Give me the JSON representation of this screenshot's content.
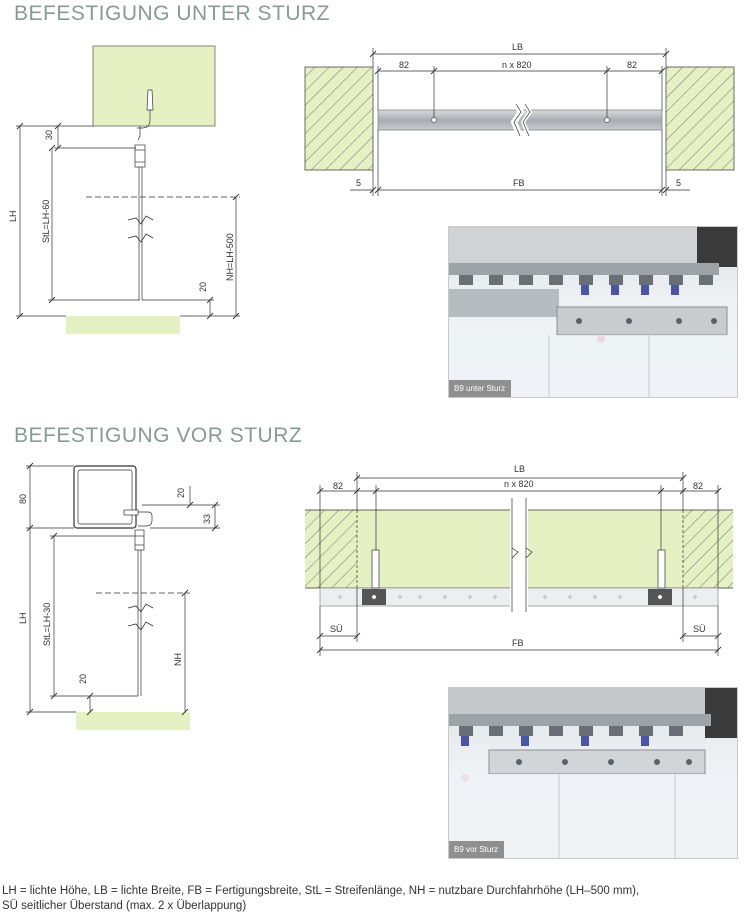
{
  "sections": {
    "under": {
      "heading": "BEFESTIGUNG UNTER STURZ"
    },
    "front": {
      "heading": "BEFESTIGUNG VOR STURZ"
    }
  },
  "colors": {
    "wall_fill": "#e6f1c3",
    "line": "#333333",
    "heading": "#8a9a94",
    "rail": "#b9bcbf"
  },
  "dims_under_side": {
    "top": "30",
    "stl": "StL=LH-60",
    "lh": "LH",
    "nh": "NH=LH-500",
    "gap": "20"
  },
  "dims_under_top": {
    "lb": "LB",
    "left": "82",
    "mid": "n x 820",
    "right": "82",
    "gap_left": "5",
    "fb": "FB",
    "gap_right": "5"
  },
  "dims_front_side": {
    "top": "80",
    "c20": "20",
    "c33": "33",
    "lh": "LH",
    "stl": "StL=LH-30",
    "nh": "NH",
    "gap": "20"
  },
  "dims_front_top": {
    "lb": "LB",
    "left": "82",
    "mid": "n x 820",
    "right": "82",
    "su_left": "SÜ",
    "fb": "FB",
    "su_right": "SÜ"
  },
  "photos": {
    "under": {
      "caption": "B9 unter Sturz"
    },
    "front": {
      "caption": "B9 vor Sturz"
    }
  },
  "legend": {
    "line1": "LH = lichte Höhe, LB = lichte Breite, FB = Fertigungsbreite, StL = Streifenlänge, NH = nutzbare Durchfahrhöhe (LH–500 mm),",
    "line2": "SÜ  seitlicher Überstand (max. 2 x Überlappung)"
  }
}
